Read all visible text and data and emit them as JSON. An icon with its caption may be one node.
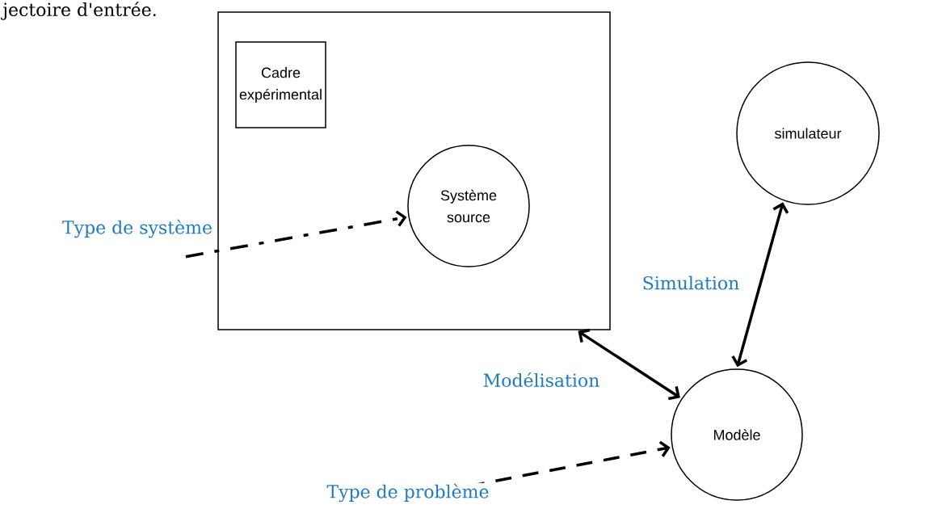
{
  "diagram": {
    "nodes": [
      {
        "text": [],
        "shape": "box"
      },
      {
        "text": [
          "Cadre expérimental"
        ],
        "in": 0
      },
      {
        "text": [
          "Système source"
        ],
        "in": 0
      },
      {
        "text": [
          "simulateur"
        ]
      },
      {
        "text": [
          "Modèle"
        ]
      }
    ],
    "edges": [
      {
        "from": null,
        "to": 2,
        "arrow": "to",
        "style": "dashed",
        "label": "Type de système"
      },
      {
        "from": 0,
        "to": 4,
        "arrow": "both",
        "label": "Modélisation"
      },
      {
        "from": 4,
        "to": 3,
        "arrow": "both",
        "label": "Simulation"
      },
      {
        "from": null,
        "to": 4,
        "arrow": "to",
        "style": "dashed",
        "label": "Type de problème"
      }
    ],
    "labels": [
      "jectoire d'entrée."
    ]
  }
}
